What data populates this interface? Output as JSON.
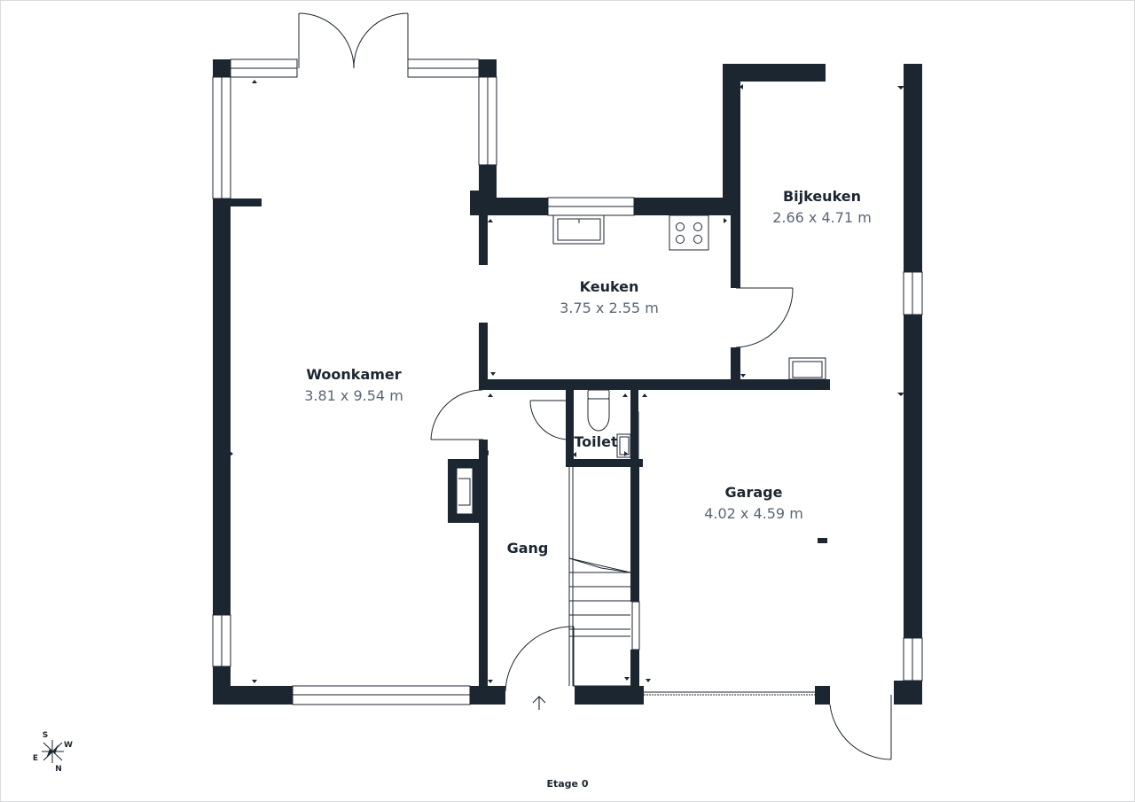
{
  "colors": {
    "wall": "#1c2631",
    "line": "#1c2631",
    "dim_text": "#5b6675",
    "background": "#ffffff"
  },
  "rooms": {
    "woonkamer": {
      "name": "Woonkamer",
      "dims": "3.81 x 9.54 m"
    },
    "keuken": {
      "name": "Keuken",
      "dims": "3.75 x 2.55 m"
    },
    "bijkeuken": {
      "name": "Bijkeuken",
      "dims": "2.66 x 4.71 m"
    },
    "garage": {
      "name": "Garage",
      "dims": "4.02 x 4.59 m"
    },
    "toilet": {
      "name": "Toilet"
    },
    "gang": {
      "name": "Gang"
    }
  },
  "floor_label": "Etage 0",
  "compass": {
    "s": "S",
    "w": "W",
    "e": "E",
    "n": "N"
  }
}
